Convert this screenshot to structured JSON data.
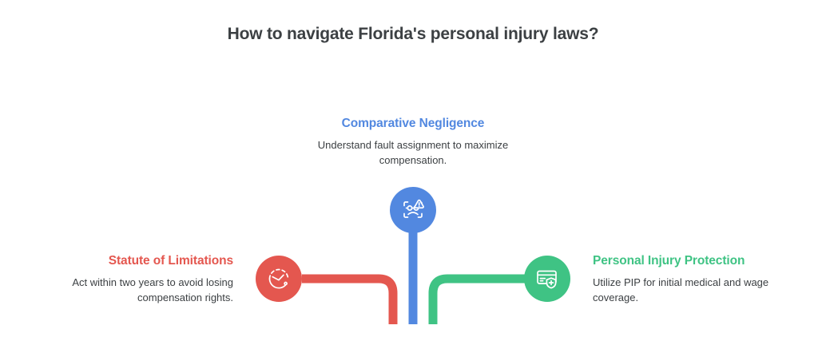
{
  "title": "How to navigate Florida's personal injury laws?",
  "colors": {
    "red": "#e4574f",
    "blue": "#5288e0",
    "green": "#3fc384",
    "title_text": "#3c4043",
    "body_text": "#3c4043",
    "background": "#ffffff"
  },
  "nodes": [
    {
      "id": "statute-of-limitations",
      "heading": "Statute of Limitations",
      "body": "Act within two years to avoid losing compensation rights.",
      "color": "#e4574f",
      "icon": "clock-dashed-icon",
      "position": "left"
    },
    {
      "id": "comparative-negligence",
      "heading": "Comparative Negligence",
      "body": "Understand fault assignment to maximize compensation.",
      "color": "#5288e0",
      "icon": "face-scan-warning-icon",
      "position": "center"
    },
    {
      "id": "personal-injury-protection",
      "heading": "Personal Injury Protection",
      "body": "Utilize PIP for initial medical and wage coverage.",
      "color": "#3fc384",
      "icon": "insurance-card-shield-icon",
      "position": "right"
    }
  ],
  "connectors": [
    {
      "id": "connector-left-red",
      "color": "#e4574f",
      "shape": "right-then-down"
    },
    {
      "id": "connector-center-blue",
      "color": "#5288e0",
      "shape": "straight-down"
    },
    {
      "id": "connector-right-green",
      "color": "#3fc384",
      "shape": "left-then-down"
    }
  ]
}
